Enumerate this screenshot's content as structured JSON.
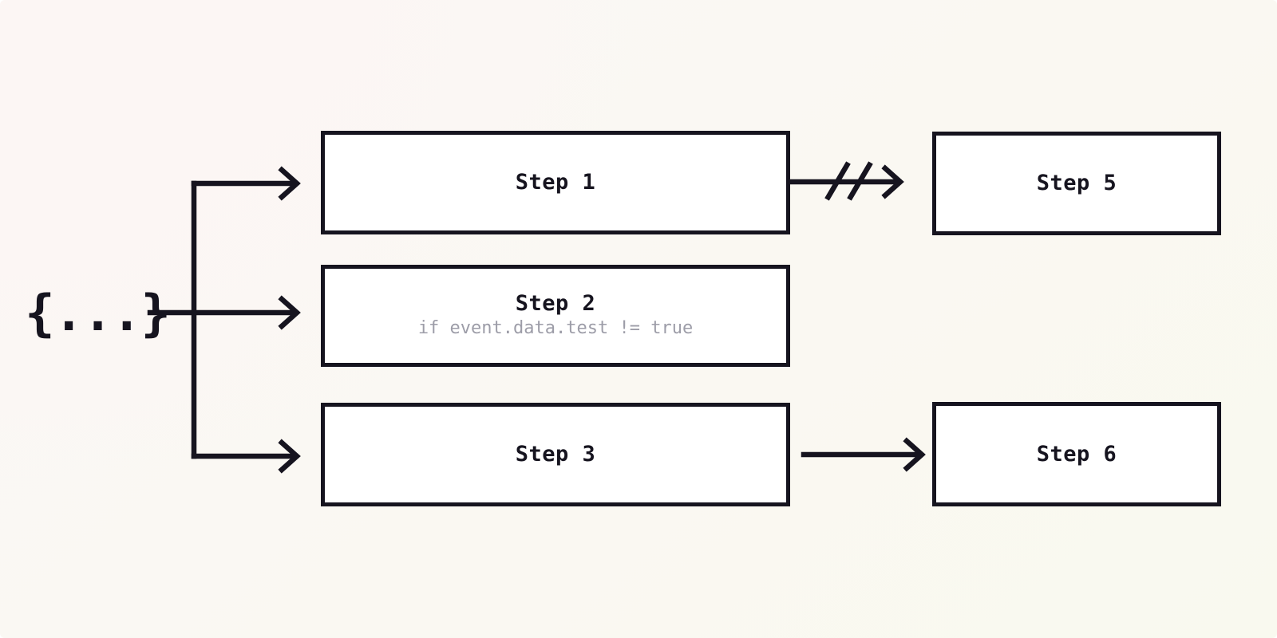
{
  "diagram": {
    "title": "Workflow step fan-out diagram",
    "background_start_color": "#fbf7f5",
    "background_end_color": "#f9f9ef",
    "stroke_color": "#16141f",
    "box_fill_color": "#ffffff",
    "condition_text_color": "#9d9da8"
  },
  "source": {
    "label": "{...}",
    "name": "event-payload-token"
  },
  "nodes": [
    {
      "id": "step-1",
      "title": "Step 1",
      "condition": "",
      "column": "left"
    },
    {
      "id": "step-2",
      "title": "Step 2",
      "condition": "if event.data.test != true",
      "column": "left"
    },
    {
      "id": "step-3",
      "title": "Step 3",
      "condition": "",
      "column": "left"
    },
    {
      "id": "step-5",
      "title": "Step 5",
      "condition": "",
      "column": "right"
    },
    {
      "id": "step-6",
      "title": "Step 6",
      "condition": "",
      "column": "right"
    }
  ],
  "edges": [
    {
      "id": "edge-source-step-1",
      "from": "source",
      "to": "step-1",
      "style": "branch",
      "state": "active"
    },
    {
      "id": "edge-source-step-2",
      "from": "source",
      "to": "step-2",
      "style": "straight",
      "state": "active"
    },
    {
      "id": "edge-source-step-3",
      "from": "source",
      "to": "step-3",
      "style": "branch",
      "state": "active"
    },
    {
      "id": "edge-step-1-step-5",
      "from": "step-1",
      "to": "step-5",
      "style": "straight",
      "state": "blocked",
      "marker": "double-slash"
    },
    {
      "id": "edge-step-3-step-6",
      "from": "step-3",
      "to": "step-6",
      "style": "straight",
      "state": "active"
    }
  ]
}
